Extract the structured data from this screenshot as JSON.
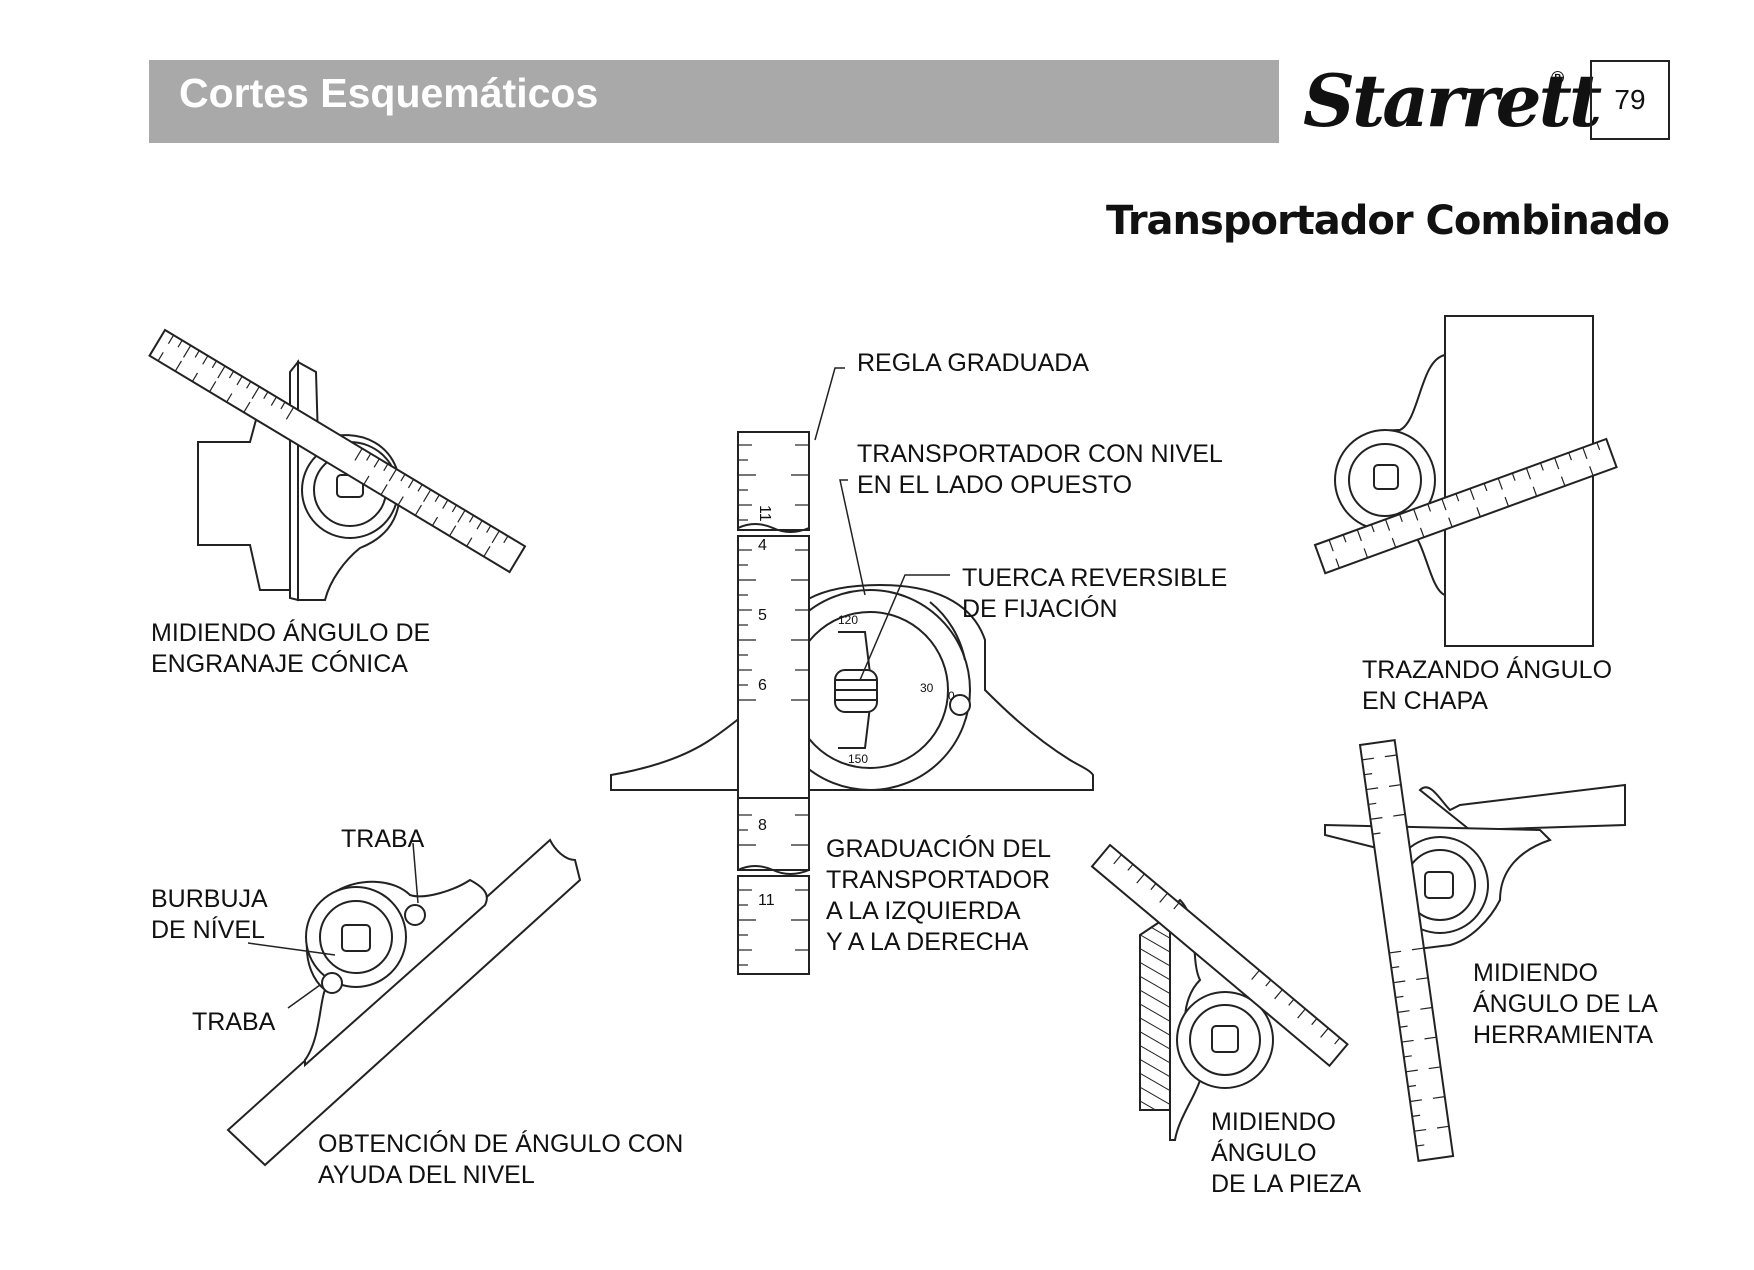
{
  "header": {
    "section_title": "Cortes Esquemáticos",
    "brand": "Starrett",
    "registered_mark": "®",
    "page_number": "79"
  },
  "page_subtitle": "Transportador Combinado",
  "labels": {
    "bevel_gear": [
      "MIDIENDO ÁNGULO DE",
      "ENGRANAJE CÓNICA"
    ],
    "rule": [
      "REGLA GRADUADA"
    ],
    "protractor_level": [
      "TRANSPORTADOR CON NIVEL",
      "EN EL LADO OPUESTO"
    ],
    "lock_nut": [
      "TUERCA REVERSIBLE",
      "DE FIJACIÓN"
    ],
    "sheet_angle": [
      "TRAZANDO ÁNGULO",
      "EN CHAPA"
    ],
    "lock_top": [
      "TRABA"
    ],
    "bubble": [
      "BURBUJA",
      "DE NÍVEL"
    ],
    "lock_bottom": [
      "TRABA"
    ],
    "graduation": [
      "GRADUACIÓN DEL",
      "TRANSPORTADOR",
      "A LA IZQUIERDA",
      "Y A LA DERECHA"
    ],
    "tool_angle": [
      "MIDIENDO",
      "ÁNGULO DE LA",
      "HERRAMIENTA"
    ],
    "level_angle": [
      "OBTENCIÓN DE ÁNGULO CON",
      "AYUDA DEL NIVEL"
    ],
    "piece_angle": [
      "MIDIENDO",
      "ÁNGULO",
      "DE LA PIEZA"
    ]
  },
  "scale_marks": {
    "rule_numbers": [
      "11",
      "4",
      "5",
      "6",
      "8",
      "11"
    ],
    "protractor_numbers": [
      "120",
      "30",
      "0",
      "150"
    ]
  }
}
